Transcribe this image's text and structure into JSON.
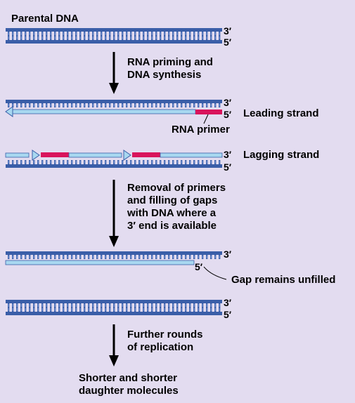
{
  "title": "Parental DNA",
  "steps": {
    "priming": [
      "RNA priming and",
      "DNA synthesis"
    ],
    "removal": [
      "Removal of primers",
      "and filling of gaps",
      "with DNA where a",
      "3′ end is available"
    ],
    "further": [
      "Further rounds",
      "of replication"
    ],
    "result": [
      "Shorter and shorter",
      "daughter molecules"
    ]
  },
  "labels": {
    "leading_strand": "Leading strand",
    "rna_primer": "RNA primer",
    "lagging_strand": "Lagging strand",
    "gap_remains": "Gap remains unfilled"
  },
  "ends": {
    "three_prime": "3′",
    "five_prime": "5′"
  },
  "colors": {
    "background": "#e3dcf0",
    "parental_strand": "#3a5ea8",
    "parental_strand_light": "#6b8dd1",
    "new_strand": "#a8d8f0",
    "rna_primer": "#d9145c",
    "arrow": "#000000"
  }
}
